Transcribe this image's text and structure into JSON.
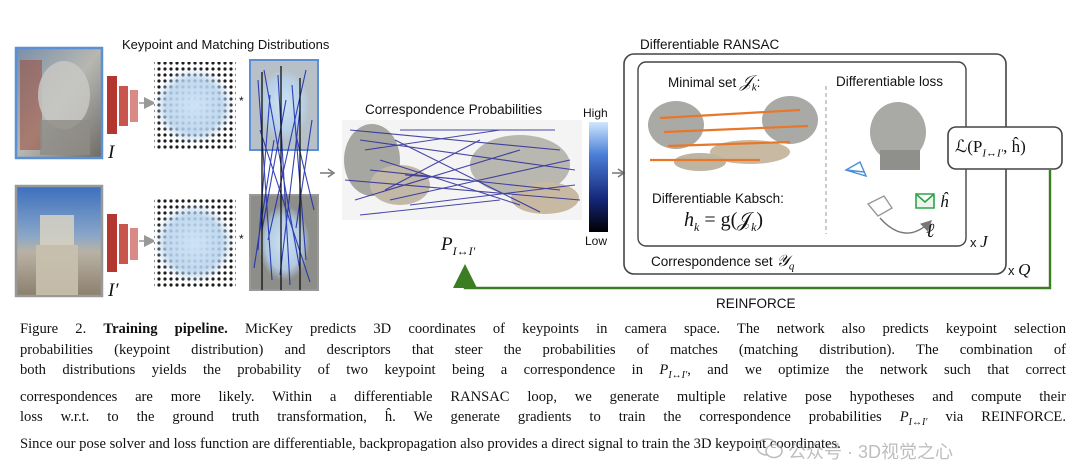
{
  "figure": {
    "keypoint_title": "Keypoint and Matching Distributions",
    "image_label_1": "I",
    "image_label_2": "I′",
    "star_1": "*",
    "star_2": "*",
    "correspondence_title": "Correspondence Probabilities",
    "colorbar_high": "High",
    "colorbar_low": "Low",
    "prob_label": "P",
    "prob_sub": "I↔I′",
    "ransac_title": "Differentiable RANSAC",
    "minimal_set": "Minimal set",
    "minimal_set_symbol": "𝒥",
    "minimal_set_sub": "k",
    "minimal_set_colon": ":",
    "diff_loss": "Differentiable loss",
    "kabsch_title": "Differentiable Kabsch:",
    "kabsch_eq": "h",
    "kabsch_eq_sub": "k",
    "kabsch_eq_rhs": " = g(𝒥",
    "kabsch_eq_rhs_sub": "k",
    "kabsch_eq_close": ")",
    "corr_set": "Correspondence set",
    "corr_set_symbol": "𝒴",
    "corr_set_sub": "q",
    "loss_box": "ℒ(P",
    "loss_box_sub": "I↔I′",
    "loss_box_rest": ", ĥ)",
    "h_hat": "ĥ",
    "ell": "ℓ",
    "times_j": "x",
    "times_j_sym": "J",
    "times_q": "x",
    "times_q_sym": "Q",
    "reinforce": "REINFORCE"
  },
  "caption": {
    "lines": [
      [
        "Figure 2. ",
        "Training pipeline.",
        " MicKey predicts 3D coordinates of keypoints in camera space. The network also predicts keypoint selection"
      ],
      [
        "",
        "",
        "probabilities (keypoint distribution) and descriptors that steer the probabilities of matches (matching distribution). The combination of"
      ],
      [
        "",
        "",
        "both distributions yields the probability of two keypoint being a correspondence in P_{I↔I′}, and we optimize the network such that correct"
      ],
      [
        "",
        "",
        "correspondences are more likely. Within a differentiable RANSAC loop, we generate multiple relative pose hypotheses and compute their"
      ],
      [
        "",
        "",
        "loss w.r.t. to the ground truth transformation, ĥ. We generate gradients to train the correspondence probabilities P_{I↔I′} via REINFORCE."
      ],
      [
        "",
        "",
        "Since our pose solver and loss function are differentiable, backpropagation also provides a direct signal to train the 3D keypoint coordinates."
      ]
    ]
  },
  "watermark": {
    "text": "公众号 · 3D视觉之心"
  },
  "colors": {
    "ransac_border": "#444444",
    "reinforce_green": "#3a7d22",
    "line_blue": "#2a2a9a",
    "line_orange": "#e8772a",
    "network_red": "#b3362f",
    "network_pink": "#d98a84"
  }
}
